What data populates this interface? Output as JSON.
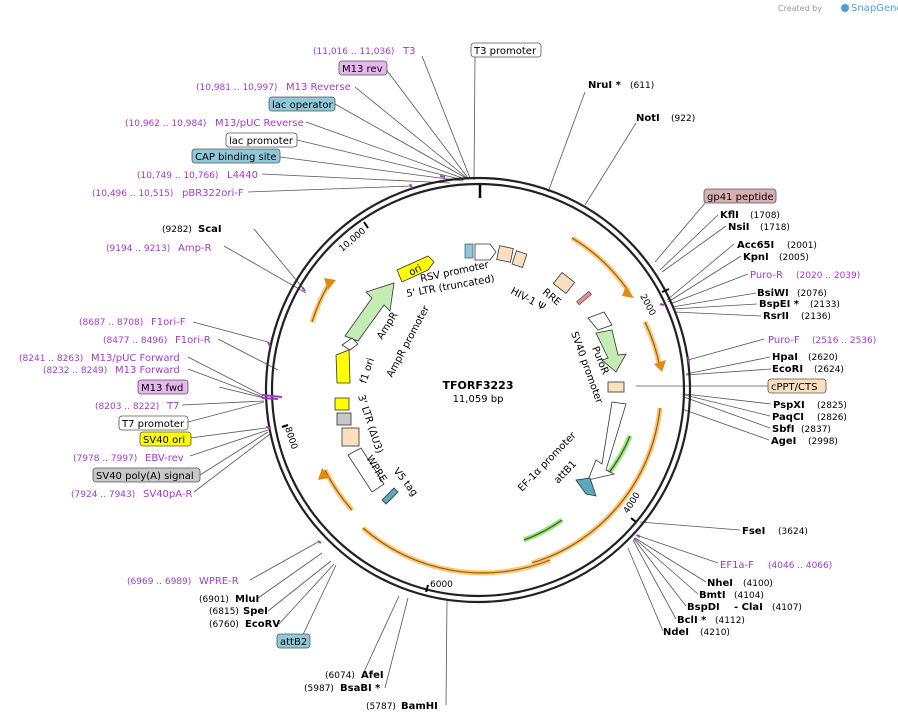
{
  "credit": {
    "prefix": "Created by",
    "brand": "SnapGene"
  },
  "plasmid": {
    "name": "TFORF3223",
    "length": "11,059 bp"
  },
  "ticks": [
    "2000",
    "4000",
    "6000",
    "8000",
    "10,000"
  ],
  "site_labels": [
    {
      "name": "NruI *",
      "pos": "(611)"
    },
    {
      "name": "NotI",
      "pos": "(922)"
    },
    {
      "name": "KflI",
      "pos": "(1708)"
    },
    {
      "name": "NsiI",
      "pos": "(1718)"
    },
    {
      "name": "Acc65I",
      "pos": "(2001)"
    },
    {
      "name": "KpnI",
      "pos": "(2005)"
    },
    {
      "name": "BsiWI",
      "pos": "(2076)"
    },
    {
      "name": "BspEI *",
      "pos": "(2133)"
    },
    {
      "name": "RsrII",
      "pos": "(2136)"
    },
    {
      "name": "HpaI",
      "pos": "(2620)"
    },
    {
      "name": "EcoRI",
      "pos": "(2624)"
    },
    {
      "name": "PspXI",
      "pos": "(2825)"
    },
    {
      "name": "PaqCI",
      "pos": "(2826)"
    },
    {
      "name": "SbfI",
      "pos": "(2837)"
    },
    {
      "name": "AgeI",
      "pos": "(2998)"
    },
    {
      "name": "FseI",
      "pos": "(3624)"
    },
    {
      "name": "NheI",
      "pos": "(4100)"
    },
    {
      "name": "BmtI",
      "pos": "(4104)"
    },
    {
      "name": "BspDI",
      "pos": "(4107)"
    },
    {
      "name": "ClaI",
      "pos": ""
    },
    {
      "name": "BclI *",
      "pos": "(4112)"
    },
    {
      "name": "NdeI",
      "pos": "(4210)"
    },
    {
      "name": "BamHI",
      "pos": "(5787)"
    },
    {
      "name": "BsaBI *",
      "pos": "(5987)"
    },
    {
      "name": "AfeI",
      "pos": "(6074)"
    },
    {
      "name": "EcoRV",
      "pos": "(6760)"
    },
    {
      "name": "SpeI",
      "pos": "(6815)"
    },
    {
      "name": "MluI",
      "pos": "(6901)"
    },
    {
      "name": "ScaI",
      "pos": "(9282)"
    }
  ],
  "primer_labels": [
    {
      "name": "T3",
      "pos": "(11,016 .. 11,036)"
    },
    {
      "name": "M13 Reverse",
      "pos": "(10,981 .. 10,997)"
    },
    {
      "name": "M13/pUC Reverse",
      "pos": "(10,962 .. 10,984)"
    },
    {
      "name": "L4440",
      "pos": "(10,749 .. 10,766)"
    },
    {
      "name": "pBR322ori-F",
      "pos": "(10,496 .. 10,515)"
    },
    {
      "name": "Amp-R",
      "pos": "(9194 .. 9213)"
    },
    {
      "name": "F1ori-F",
      "pos": "(8687 .. 8708)"
    },
    {
      "name": "F1ori-R",
      "pos": "(8477 .. 8496)"
    },
    {
      "name": "M13/pUC Forward",
      "pos": "(8241 .. 8263)"
    },
    {
      "name": "M13 Forward",
      "pos": "(8232 .. 8249)"
    },
    {
      "name": "T7",
      "pos": "(8203 .. 8222)"
    },
    {
      "name": "EBV-rev",
      "pos": "(7978 .. 7997)"
    },
    {
      "name": "SV40pA-R",
      "pos": "(7924 .. 7943)"
    },
    {
      "name": "WPRE-R",
      "pos": "(6969 .. 6989)"
    },
    {
      "name": "Puro-R",
      "pos": "(2020 .. 2039)"
    },
    {
      "name": "Puro-F",
      "pos": "(2516 .. 2536)"
    },
    {
      "name": "EF1a-F",
      "pos": "(4046 .. 4066)"
    }
  ],
  "box_labels": [
    {
      "text": "T3 promoter"
    },
    {
      "text": "M13 rev"
    },
    {
      "text": "lac operator"
    },
    {
      "text": "lac promoter"
    },
    {
      "text": "CAP binding site"
    },
    {
      "text": "gp41 peptide"
    },
    {
      "text": "cPPT/CTS"
    },
    {
      "text": "M13 fwd"
    },
    {
      "text": "T7 promoter"
    },
    {
      "text": "SV40 ori"
    },
    {
      "text": "SV40 poly(A) signal"
    },
    {
      "text": "attB2"
    }
  ],
  "feature_labels": [
    "RSV promoter",
    "5' LTR (truncated)",
    "HIV-1 Ψ",
    "RRE",
    "ori",
    "AmpR",
    "AmpR promoter",
    "f1 ori",
    "PuroR",
    "SV40 promoter",
    "3' LTR (ΔU3)",
    "WPRE",
    "V5 tag",
    "EF-1α promoter",
    "attB1"
  ],
  "colors": {
    "backbone": "#222222",
    "primer": "#a23cc8",
    "orf_arrow": "#f5a623",
    "promoter_green": "#7fcf5a",
    "ori_yellow": "#ffff00",
    "misc_orange": "#fbe0c0",
    "box_purple": "#e4b8ec",
    "box_blue": "#8fc8d8",
    "box_gray": "#c8c8c8"
  }
}
